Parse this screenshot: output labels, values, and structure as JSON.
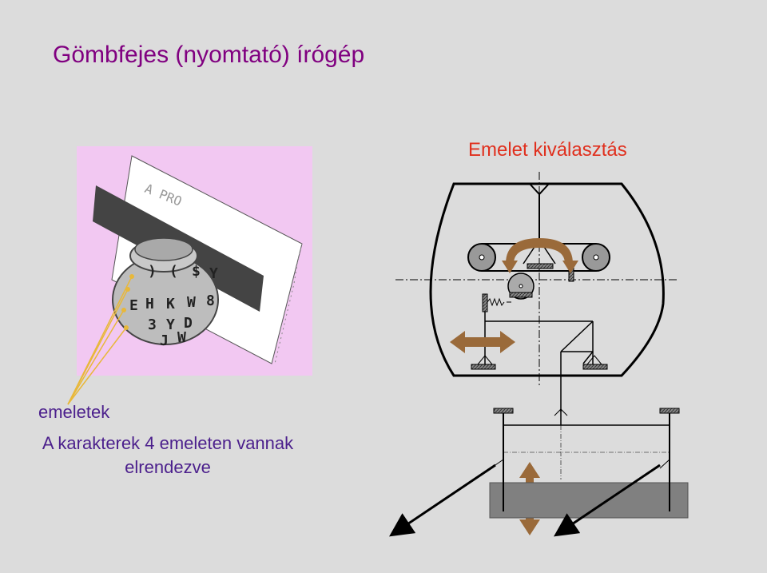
{
  "title": "Gömbfejes (nyomtató) írógép",
  "right_label": "Emelet kiválasztás",
  "levels_label": "emeletek",
  "caption_line1": "A karakterek 4 emeleten vannak",
  "caption_line2": "elrendezve",
  "paper_text": "A PRO",
  "ball_glyphs": [
    ")",
    "(",
    "$",
    "Y",
    "E",
    "H",
    "K",
    "W",
    "8",
    "3",
    "Y",
    "D",
    "J",
    "W"
  ],
  "colors": {
    "title": "#800080",
    "accent_red": "#e0301e",
    "text_purple": "#4b1f8c",
    "photo_bg": "#f2c8f2",
    "arrow_brown": "#9a6a3a",
    "pointer_yellow": "#e8b83a"
  }
}
